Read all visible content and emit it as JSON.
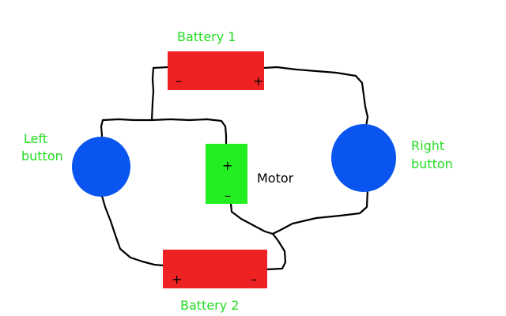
{
  "labels": {
    "battery1": "Battery 1",
    "battery2": "Battery 2",
    "left_button_line1": "Left",
    "left_button_line2": "button",
    "right_button_line1": "Right",
    "right_button_line2": "button",
    "motor": "Motor"
  },
  "signs": {
    "battery1_left": "–",
    "battery1_right": "+",
    "battery2_left": "+",
    "battery2_right": "–",
    "motor_top": "+",
    "motor_bottom": "–"
  },
  "colors": {
    "battery": "#ee2222",
    "button": "#0a55f0",
    "motor": "#22ee22",
    "label": "#22dd22",
    "wire": "#000000"
  }
}
